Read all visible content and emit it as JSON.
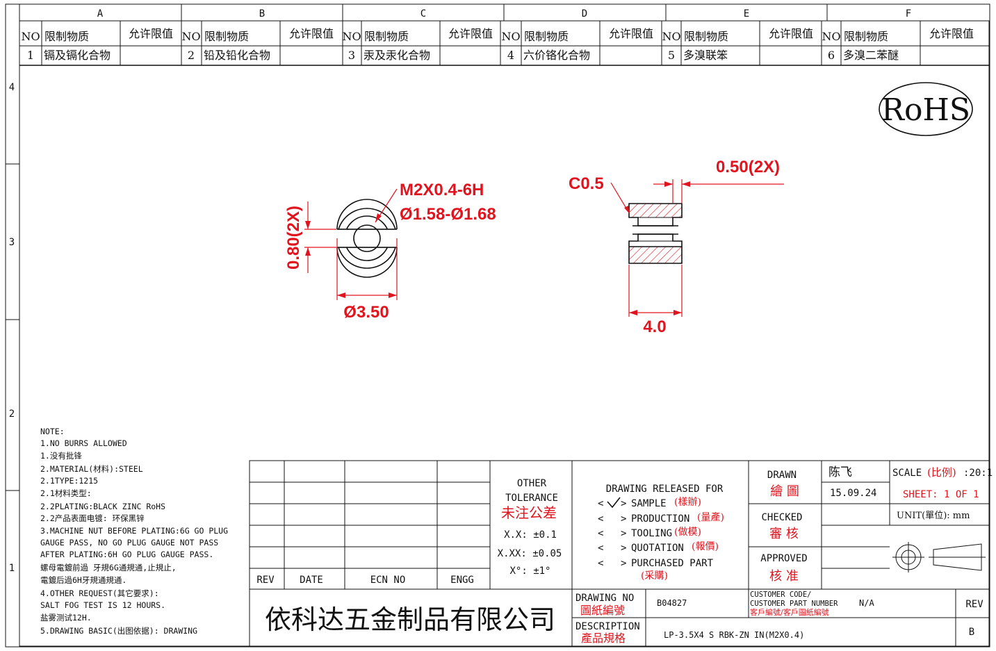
{
  "zones": {
    "columns": [
      "A",
      "B",
      "C",
      "D",
      "E",
      "F"
    ],
    "rows": [
      "4",
      "3",
      "2",
      "1"
    ]
  },
  "substances": {
    "headers": {
      "no": "NO",
      "substance": "限制物质",
      "limit": "允许限值"
    },
    "items": [
      {
        "no": "1",
        "name": "镉及镉化合物",
        "limit": ""
      },
      {
        "no": "2",
        "name": "铅及铅化合物",
        "limit": ""
      },
      {
        "no": "3",
        "name": "汞及汞化合物",
        "limit": ""
      },
      {
        "no": "4",
        "name": "六价铬化合物",
        "limit": ""
      },
      {
        "no": "5",
        "name": "多溴联笨",
        "limit": ""
      },
      {
        "no": "6",
        "name": "多溴二苯醚",
        "limit": ""
      }
    ]
  },
  "rohs_mark": "RoHS",
  "dimensions": {
    "thread": "M2X0.4-6H",
    "hole": "Ø1.58-Ø1.68",
    "slot": "0.80(2X)",
    "outer_dia": "Ø3.50",
    "chamfer": "C0.5",
    "groove": "0.50(2X)",
    "length": "4.0"
  },
  "notes": [
    "NOTE:",
    "1.NO BURRS ALLOWED",
    "1.没有批锋",
    "2.MATERIAL(材料):STEEL",
    "2.1TYPE:1215",
    "2.1材料类型:",
    "2.2PLATING:BLACK ZINC RoHS",
    "2.2产品表面电镀: 环保黑锌",
    "3.MACHINE NUT BEFORE PLATING:6G GO PLUG",
    "GAUGE PASS, NO GO PLUG GAUGE NOT PASS",
    "AFTER PLATING:6H GO PLUG GAUGE PASS.",
    "螺母電鍍前過 牙規6G通規通,止規止,",
    "  電鍍后過6H牙規通規通.",
    "4.OTHER REQUEST(其它要求):",
    "SALT FOG TEST IS 12 HOURS.",
    "盐雾测试12H.",
    "5.DRAWING BASIC(出图依据): DRAWING"
  ],
  "revision_table": {
    "rev": "REV",
    "date": "DATE",
    "ecn": "ECN NO",
    "engg": "ENGG"
  },
  "tolerance": {
    "title1": "OTHER",
    "title2": "TOLERANCE",
    "title_cn": "未注公差",
    "rows": [
      "X.X: ±0.1",
      "X.XX: ±0.05",
      "X°: ±1°"
    ]
  },
  "release": {
    "title": "DRAWING RELEASED FOR",
    "items": [
      {
        "label": "SAMPLE",
        "cn": "(樣辦)",
        "checked": true
      },
      {
        "label": "PRODUCTION",
        "cn": "(量產)",
        "checked": false
      },
      {
        "label": "TOOLING",
        "cn": "(做模)",
        "checked": false
      },
      {
        "label": "QUOTATION",
        "cn": "(報價)",
        "checked": false
      },
      {
        "label": "PURCHASED PART",
        "cn": "(采購)",
        "checked": false
      }
    ]
  },
  "title_block": {
    "drawn_label": "DRAWN",
    "drawn_cn": "繪 圖",
    "drawn_by": "陈飞",
    "drawn_date": "15.09.24",
    "checked_label": "CHECKED",
    "checked_cn": "審 核",
    "approved_label": "APPROVED",
    "approved_cn": "核 准",
    "scale_label": "SCALE",
    "scale_cn": "(比例)",
    "scale_value": ":20:1",
    "sheet": "SHEET:  1 OF 1",
    "unit": "UNIT(單位): mm",
    "company": "依科达五金制品有限公司",
    "drawing_no_label": "DRAWING NO",
    "drawing_no_cn": "圖紙編號",
    "drawing_no": "B04827",
    "customer_code_label1": "CUSTOMER CODE/",
    "customer_code_label2": "CUSTOMER PART NUMBER",
    "customer_code_cn": "客戶編號/客戶圖紙編號",
    "customer_code": "N/A",
    "rev_label": "REV",
    "rev_value": "B",
    "description_label": "DESCRIPTION",
    "description_cn": "產品規格",
    "description": "LP-3.5X4 S RBK-ZN IN(M2X0.4)"
  },
  "colors": {
    "accent": "#e0141e",
    "line": "#111111"
  }
}
